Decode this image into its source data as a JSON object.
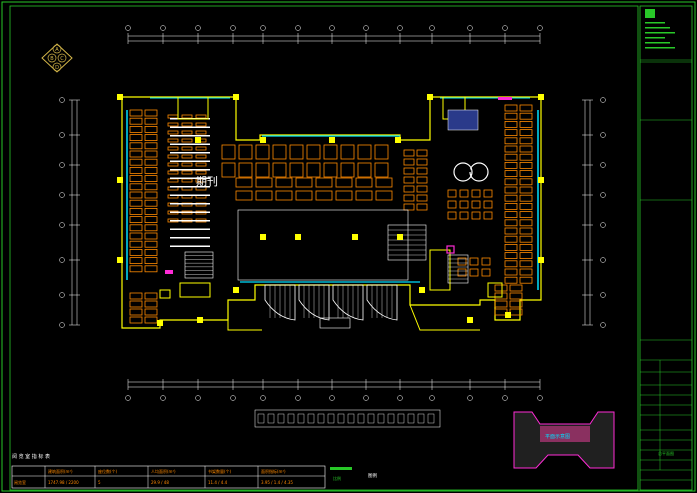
{
  "drawing": {
    "title_block_label": "总平面图",
    "reading_room_label": "期刊",
    "compass_letters": [
      "A",
      "B",
      "C",
      "D"
    ]
  },
  "table": {
    "title": "阅 览 室 指 标 表",
    "headers": [
      "建筑面积(m²)",
      "座位数(个)",
      "人均面积(m²)",
      "书架数量(个)",
      "面积指标(m²)"
    ],
    "row_label": "阅览室",
    "values": [
      "1747.98 / 2200",
      "5",
      "29.9 / 48",
      "11.4 / 4.4",
      "3.95 / 1.4 / 4.35"
    ]
  },
  "legend": {
    "label_a": "图例",
    "label_b": "比例"
  },
  "inset": {
    "label": "平面示意图"
  },
  "colors": {
    "frame": "#28c828",
    "wall": "#ffff00",
    "furniture": "#ff8a00",
    "window": "#00e0ff",
    "accent": "#ff2bd6",
    "white": "#ffffff"
  }
}
